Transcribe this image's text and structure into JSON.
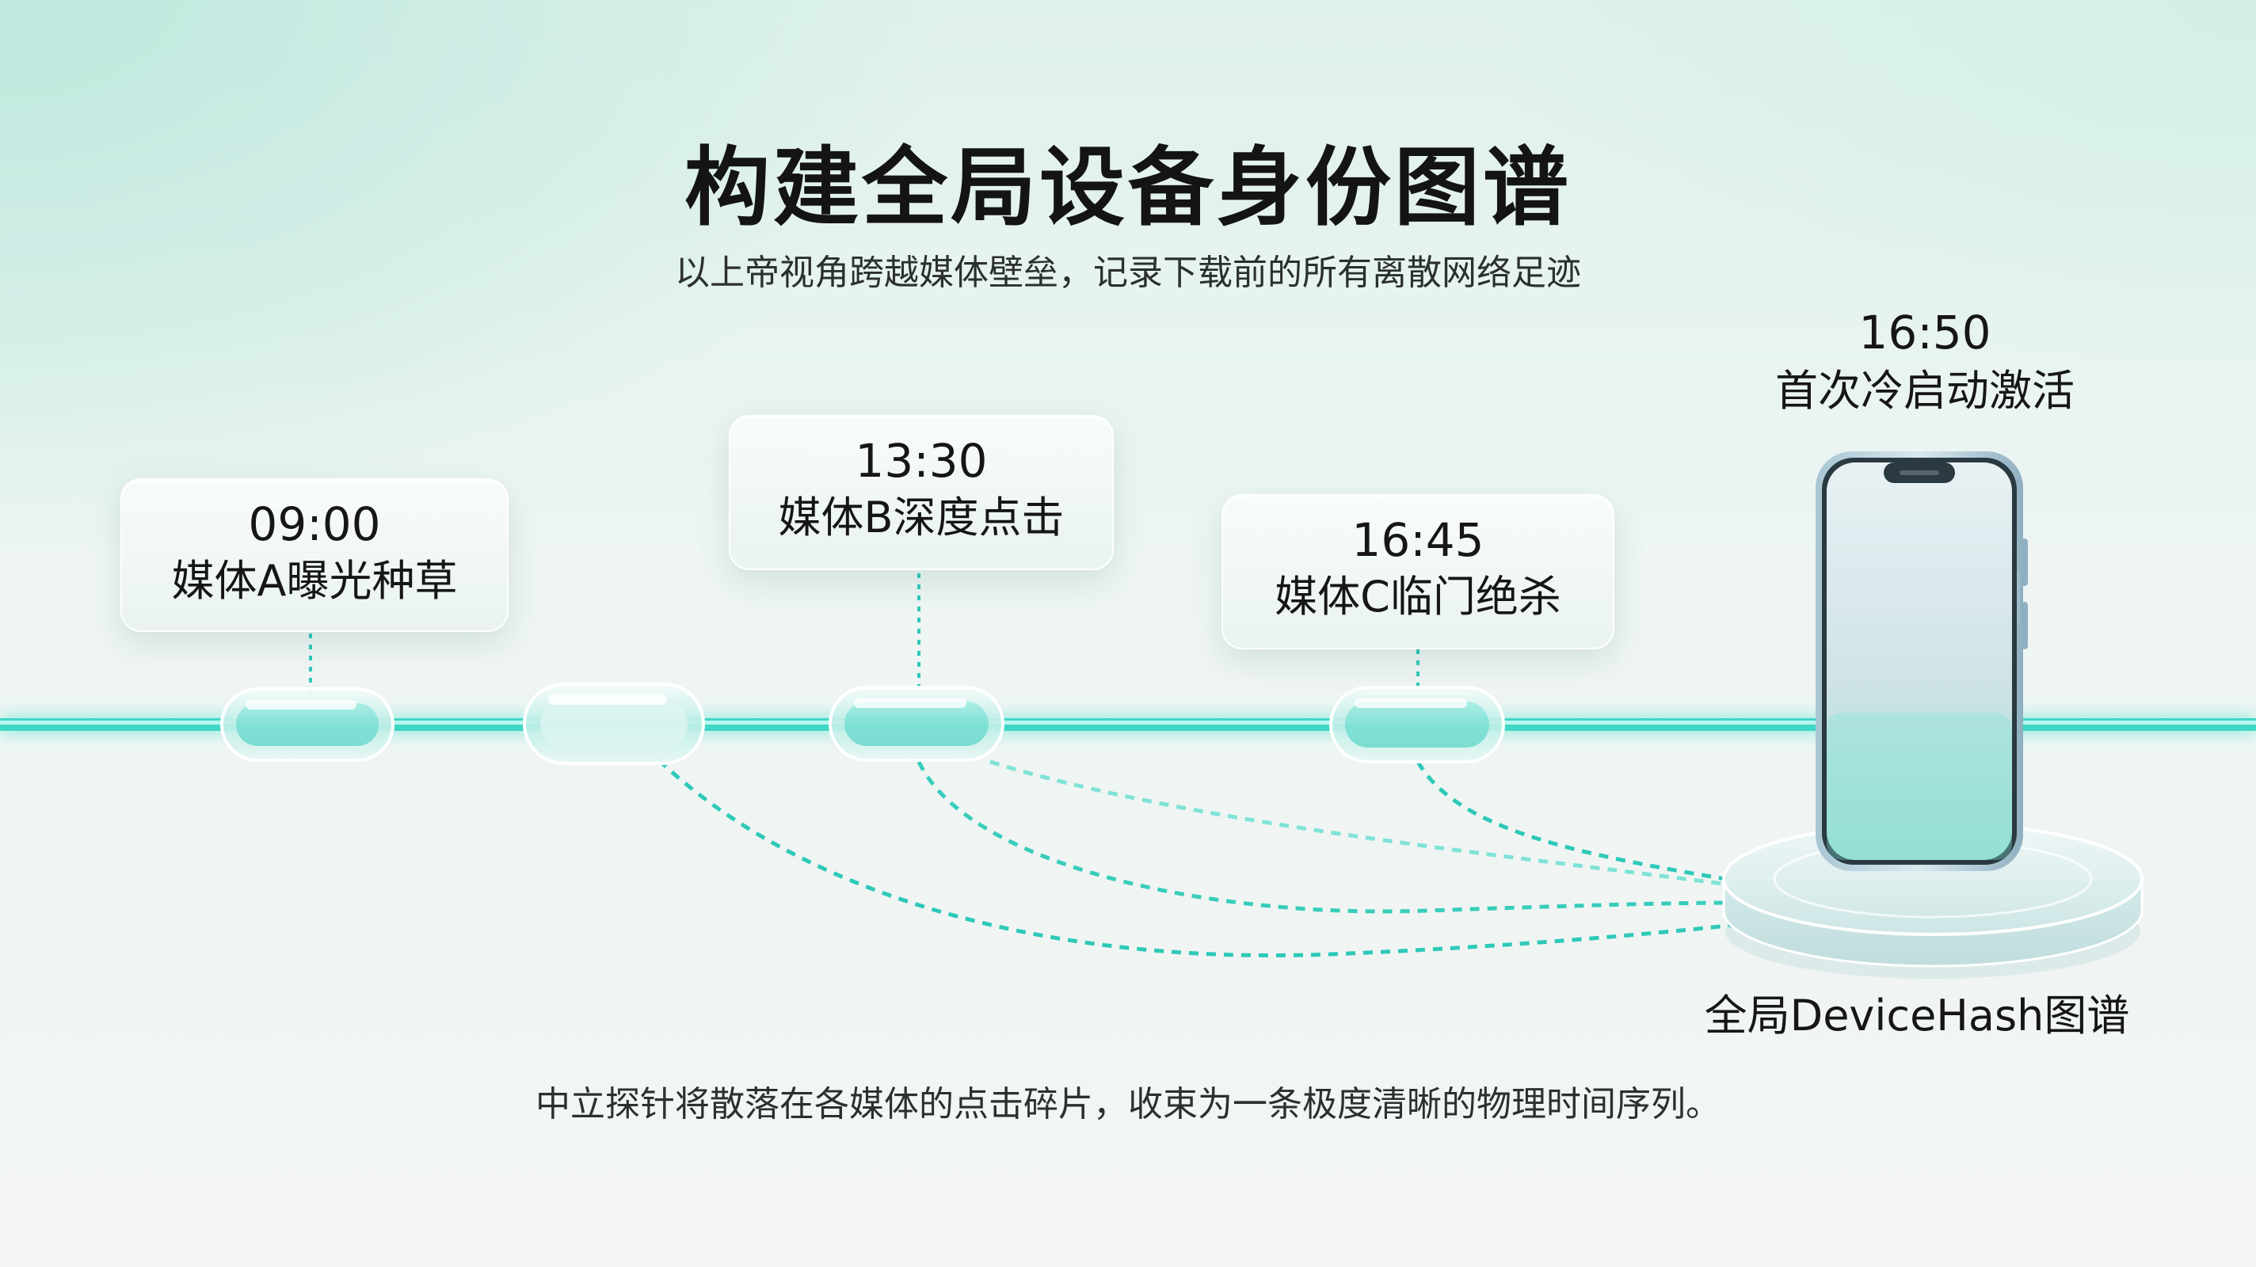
{
  "title": "构建全局设备身份图谱",
  "subtitle": "以上帝视角跨越媒体壁垒，记录下载前的所有离散网络足迹",
  "events": [
    {
      "time": "09:00",
      "label": "媒体A曝光种草"
    },
    {
      "time": "13:30",
      "label": "媒体B深度点击"
    },
    {
      "time": "16:45",
      "label": "媒体C临门绝杀"
    }
  ],
  "activation": {
    "time": "16:50",
    "label": "首次冷启动激活"
  },
  "hub_label": "全局DeviceHash图谱",
  "footer": "中立探针将散落在各媒体的点击碎片，收束为一条极度清晰的物理时间序列。",
  "colors": {
    "accent": "#2ec9b8",
    "accent_light": "#7fe6da",
    "text": "#161616"
  },
  "icons": {
    "device": "smartphone-icon",
    "hub": "pedestal-icon"
  }
}
